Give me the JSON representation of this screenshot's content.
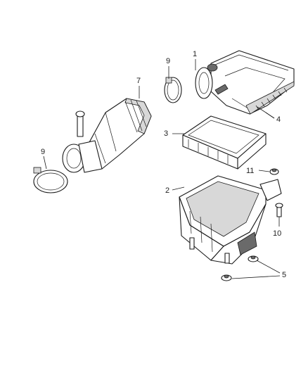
{
  "callouts": {
    "c1": "1",
    "c2": "2",
    "c3": "3",
    "c4": "4",
    "c5": "5",
    "c7": "7",
    "c9a": "9",
    "c9b": "9",
    "c10": "10",
    "c11": "11"
  }
}
